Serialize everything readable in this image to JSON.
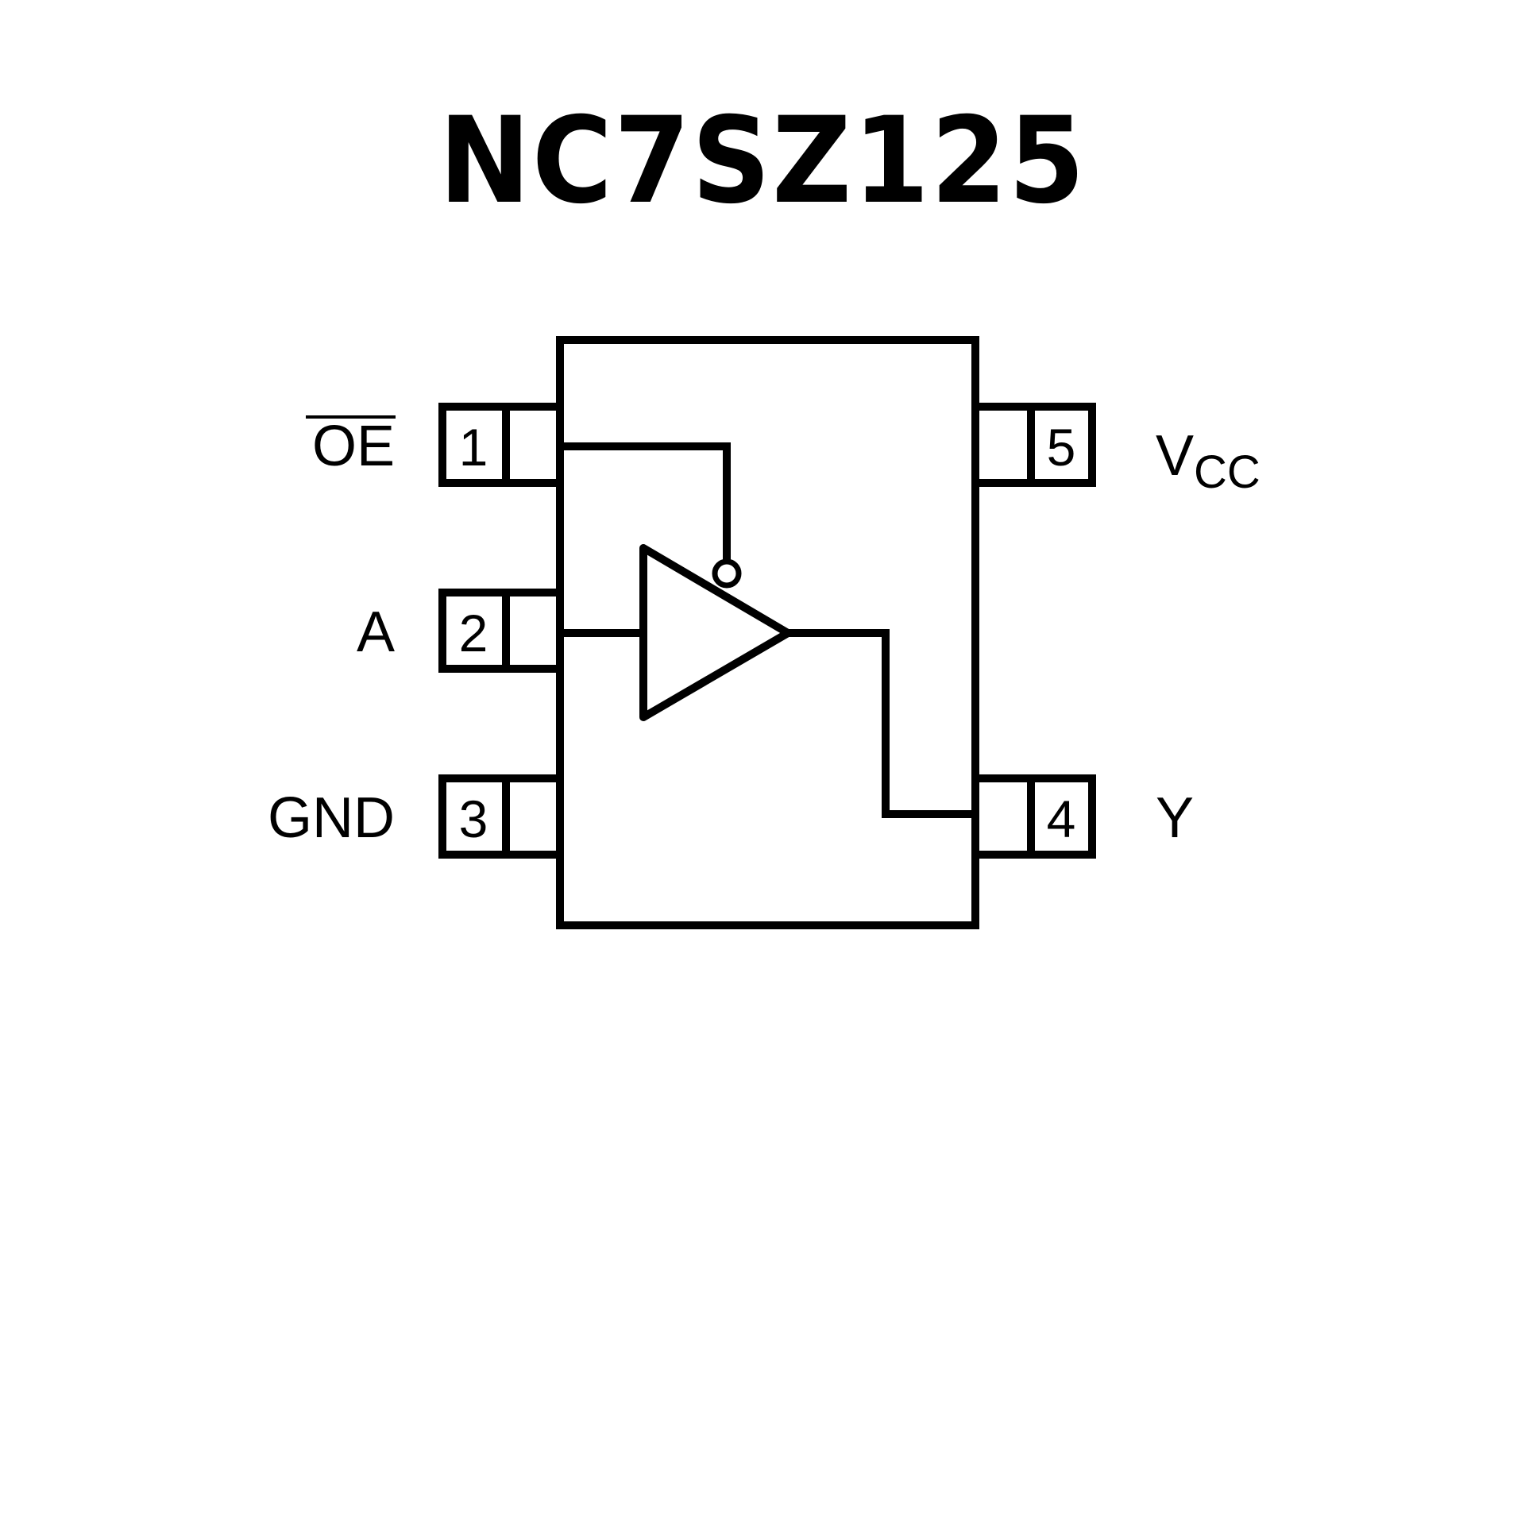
{
  "title": "NC7SZ125",
  "colors": {
    "stroke": "#000000",
    "background": "#ffffff"
  },
  "pins": [
    {
      "number": "1",
      "name": "OE",
      "active_low": true,
      "side": "left"
    },
    {
      "number": "2",
      "name": "A",
      "active_low": false,
      "side": "left"
    },
    {
      "number": "3",
      "name": "GND",
      "active_low": false,
      "side": "left"
    },
    {
      "number": "4",
      "name": "Y",
      "active_low": false,
      "side": "right"
    },
    {
      "number": "5",
      "name": "V",
      "subscript": "CC",
      "active_low": false,
      "side": "right"
    }
  ],
  "symbol": {
    "type": "tri-state buffer",
    "enable": "active-low"
  }
}
